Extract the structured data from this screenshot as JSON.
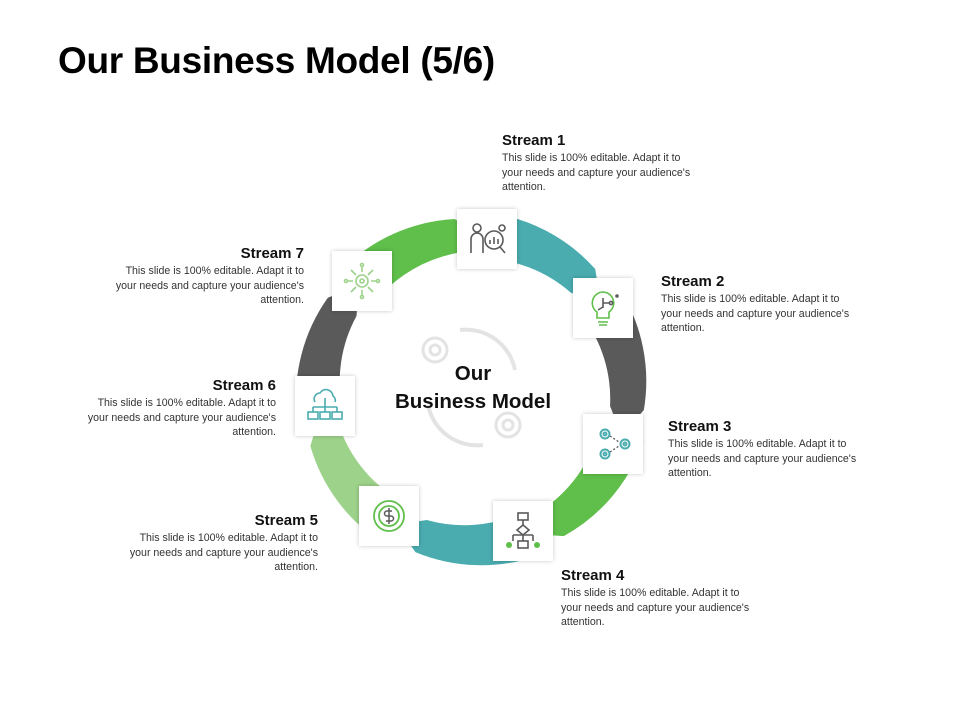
{
  "title": "Our Business Model (5/6)",
  "center": {
    "line1": "Our",
    "line2": "Business Model"
  },
  "colors": {
    "dark_gray": "#5a5a5a",
    "green": "#5fbf4a",
    "teal": "#4aacaf",
    "light_green": "#9cd28a",
    "icon_stroke": "#5a5a5a",
    "icon_accent": "#5fbf4a"
  },
  "streams": [
    {
      "title": "Stream 1",
      "description": "This slide is 100% editable. Adapt it to your needs and capture your audience's attention.",
      "icon": "business-people-chart-icon"
    },
    {
      "title": "Stream 2",
      "description": "This slide is 100% editable. Adapt it to your needs and capture your audience's attention.",
      "icon": "idea-bulb-circuit-icon"
    },
    {
      "title": "Stream 3",
      "description": "This slide is 100% editable. Adapt it to your needs and capture your audience's attention.",
      "icon": "gears-network-icon"
    },
    {
      "title": "Stream 4",
      "description": "This slide is 100% editable. Adapt it to your needs and capture your audience's attention.",
      "icon": "flowchart-icon"
    },
    {
      "title": "Stream 5",
      "description": "This slide is 100% editable. Adapt it to your needs and capture your audience's attention.",
      "icon": "dollar-cycle-icon"
    },
    {
      "title": "Stream 6",
      "description": "This slide is 100% editable. Adapt it to your needs and capture your audience's attention.",
      "icon": "hierarchy-cloud-icon"
    },
    {
      "title": "Stream 7",
      "description": "This slide is 100% editable. Adapt it to your needs and capture your audience's attention.",
      "icon": "gear-circuit-icon"
    }
  ]
}
